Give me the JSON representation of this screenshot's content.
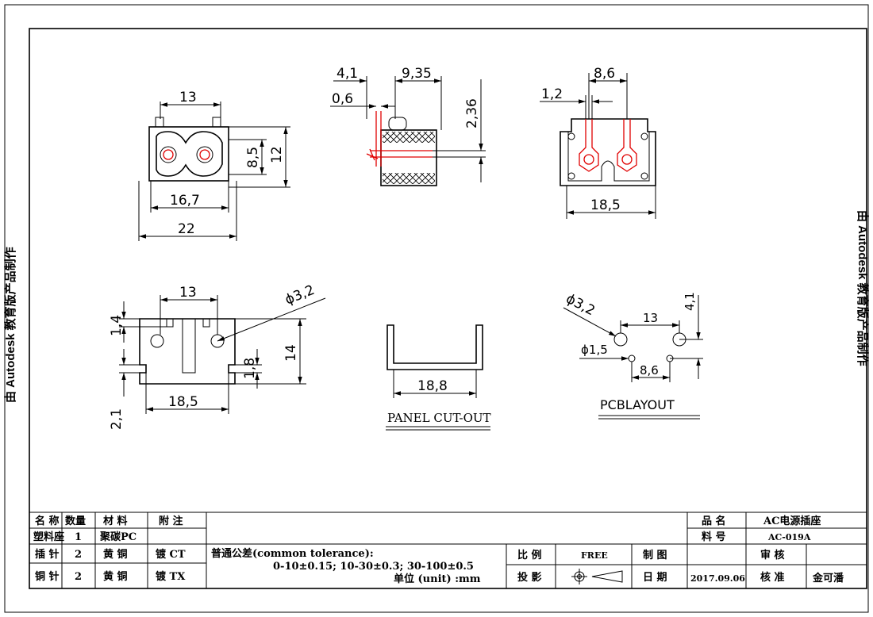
{
  "dimensions": {
    "front_top_width": "13",
    "front_inner_width": "16,7",
    "front_overall_width": "22",
    "front_inner_height": "8,5",
    "front_overall_height": "12",
    "side_d1": "4,1",
    "side_d2": "9,35",
    "side_d3": "0,6",
    "side_d4": "2,36",
    "rear_d1": "8,6",
    "rear_d2": "1,2",
    "rear_width": "18,5",
    "bottom_top_width": "13",
    "bottom_hole": "ϕ3,2",
    "bottom_d1": "1,4",
    "bottom_height": "14",
    "bottom_d2": "1,8",
    "bottom_width": "18,5",
    "bottom_d3": "2,1",
    "panel_width": "18,8",
    "pcb_hole_large": "ϕ3,2",
    "pcb_spacing": "13",
    "pcb_offset": "4,1",
    "pcb_hole_small": "ϕ1,5",
    "pcb_pin_spacing": "8,6"
  },
  "labels": {
    "panel_cutout": "PANEL CUT-OUT",
    "pcb_layout": "PCBLAYOUT",
    "watermark": "由 Autodesk 教育版产品制作"
  },
  "title_block": {
    "headers": [
      "名 称",
      "数量",
      "材 料",
      "附 注"
    ],
    "rows": [
      [
        "塑料座",
        "1",
        "聚碳PC",
        ""
      ],
      [
        "插 针",
        "2",
        "黄 铜",
        "镀 CT"
      ],
      [
        "铜 针",
        "2",
        "黄 铜",
        "镀 TX"
      ]
    ],
    "tolerance_line1": "普通公差(common tolerance):",
    "tolerance_line2": "0-10±0.15; 10-30±0.3; 30-100±0.5",
    "tolerance_line3": "单位 (unit) :mm",
    "scale_label": "比 例",
    "scale_value": "FREE",
    "projection_label": "投 影",
    "drawn_label": "制 图",
    "date_label": "日 期",
    "date_value": "2017.09.06",
    "product_name_label": "品 名",
    "product_name": "AC电源插座",
    "part_no_label": "料 号",
    "part_no": "AC-019A",
    "review_label": "审 核",
    "approve_label": "核 准",
    "approver": "金可潘"
  }
}
